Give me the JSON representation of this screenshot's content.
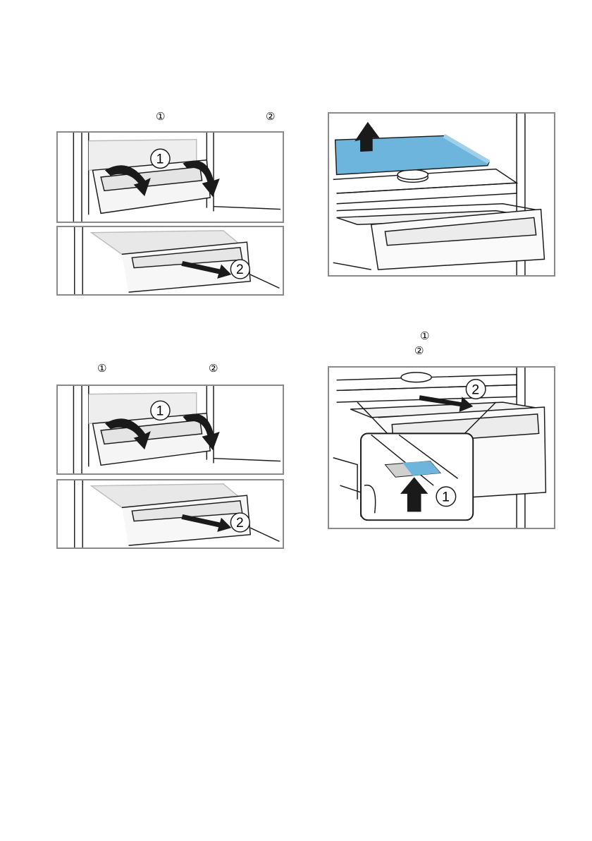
{
  "markers": {
    "left_top_1": "①",
    "left_top_2": "②",
    "left_bottom_1": "①",
    "left_bottom_2": "②",
    "right_1": "①",
    "right_2": "②"
  },
  "callouts": {
    "one": "1",
    "two": "2"
  },
  "colors": {
    "frame": "#8a8a8a",
    "shelf_blue": "#6db5dc",
    "line": "#1a1a1a",
    "shade": "#d9d9d9"
  }
}
